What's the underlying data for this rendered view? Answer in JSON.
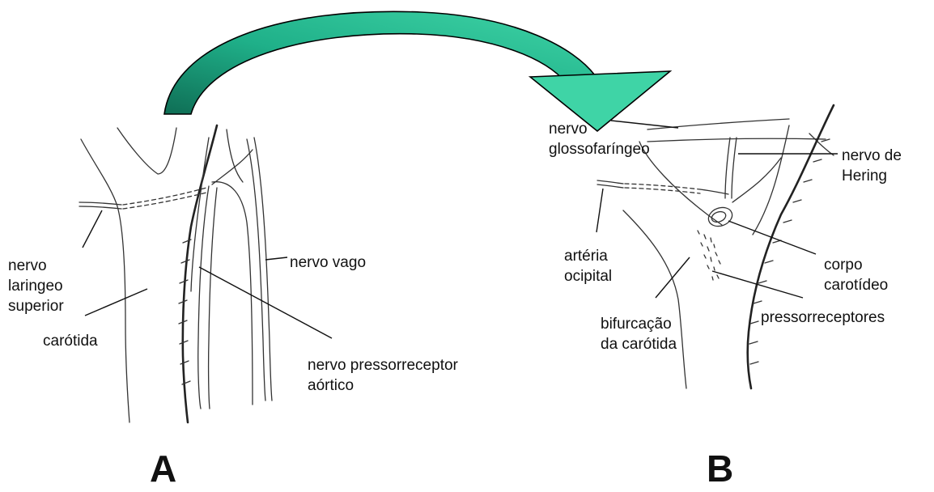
{
  "panels": {
    "a": {
      "letter": "A",
      "labels": {
        "laringeo": [
          "nervo",
          "laringeo",
          "superior"
        ],
        "carotida": [
          "carótida"
        ],
        "vago": [
          "nervo vago"
        ],
        "aortico": [
          "nervo pressorreceptor",
          "aórtico"
        ]
      }
    },
    "b": {
      "letter": "B",
      "labels": {
        "glosso": [
          "nervo",
          "glossofaríngeo"
        ],
        "hering": [
          "nervo de",
          "Hering"
        ],
        "occipital": [
          "artéria",
          "ocipital"
        ],
        "corpo": [
          "corpo",
          "carotídeo"
        ],
        "bifurcacao": [
          "bifurcação",
          "da carótida"
        ],
        "pressor": [
          "pressorreceptores"
        ]
      }
    }
  },
  "colors": {
    "arrow_fill": "#1fb089",
    "arrow_light": "#3fd4a6",
    "arrow_dark": "#0f6e55",
    "arrow_stroke": "#000000",
    "ink": "#333333"
  }
}
